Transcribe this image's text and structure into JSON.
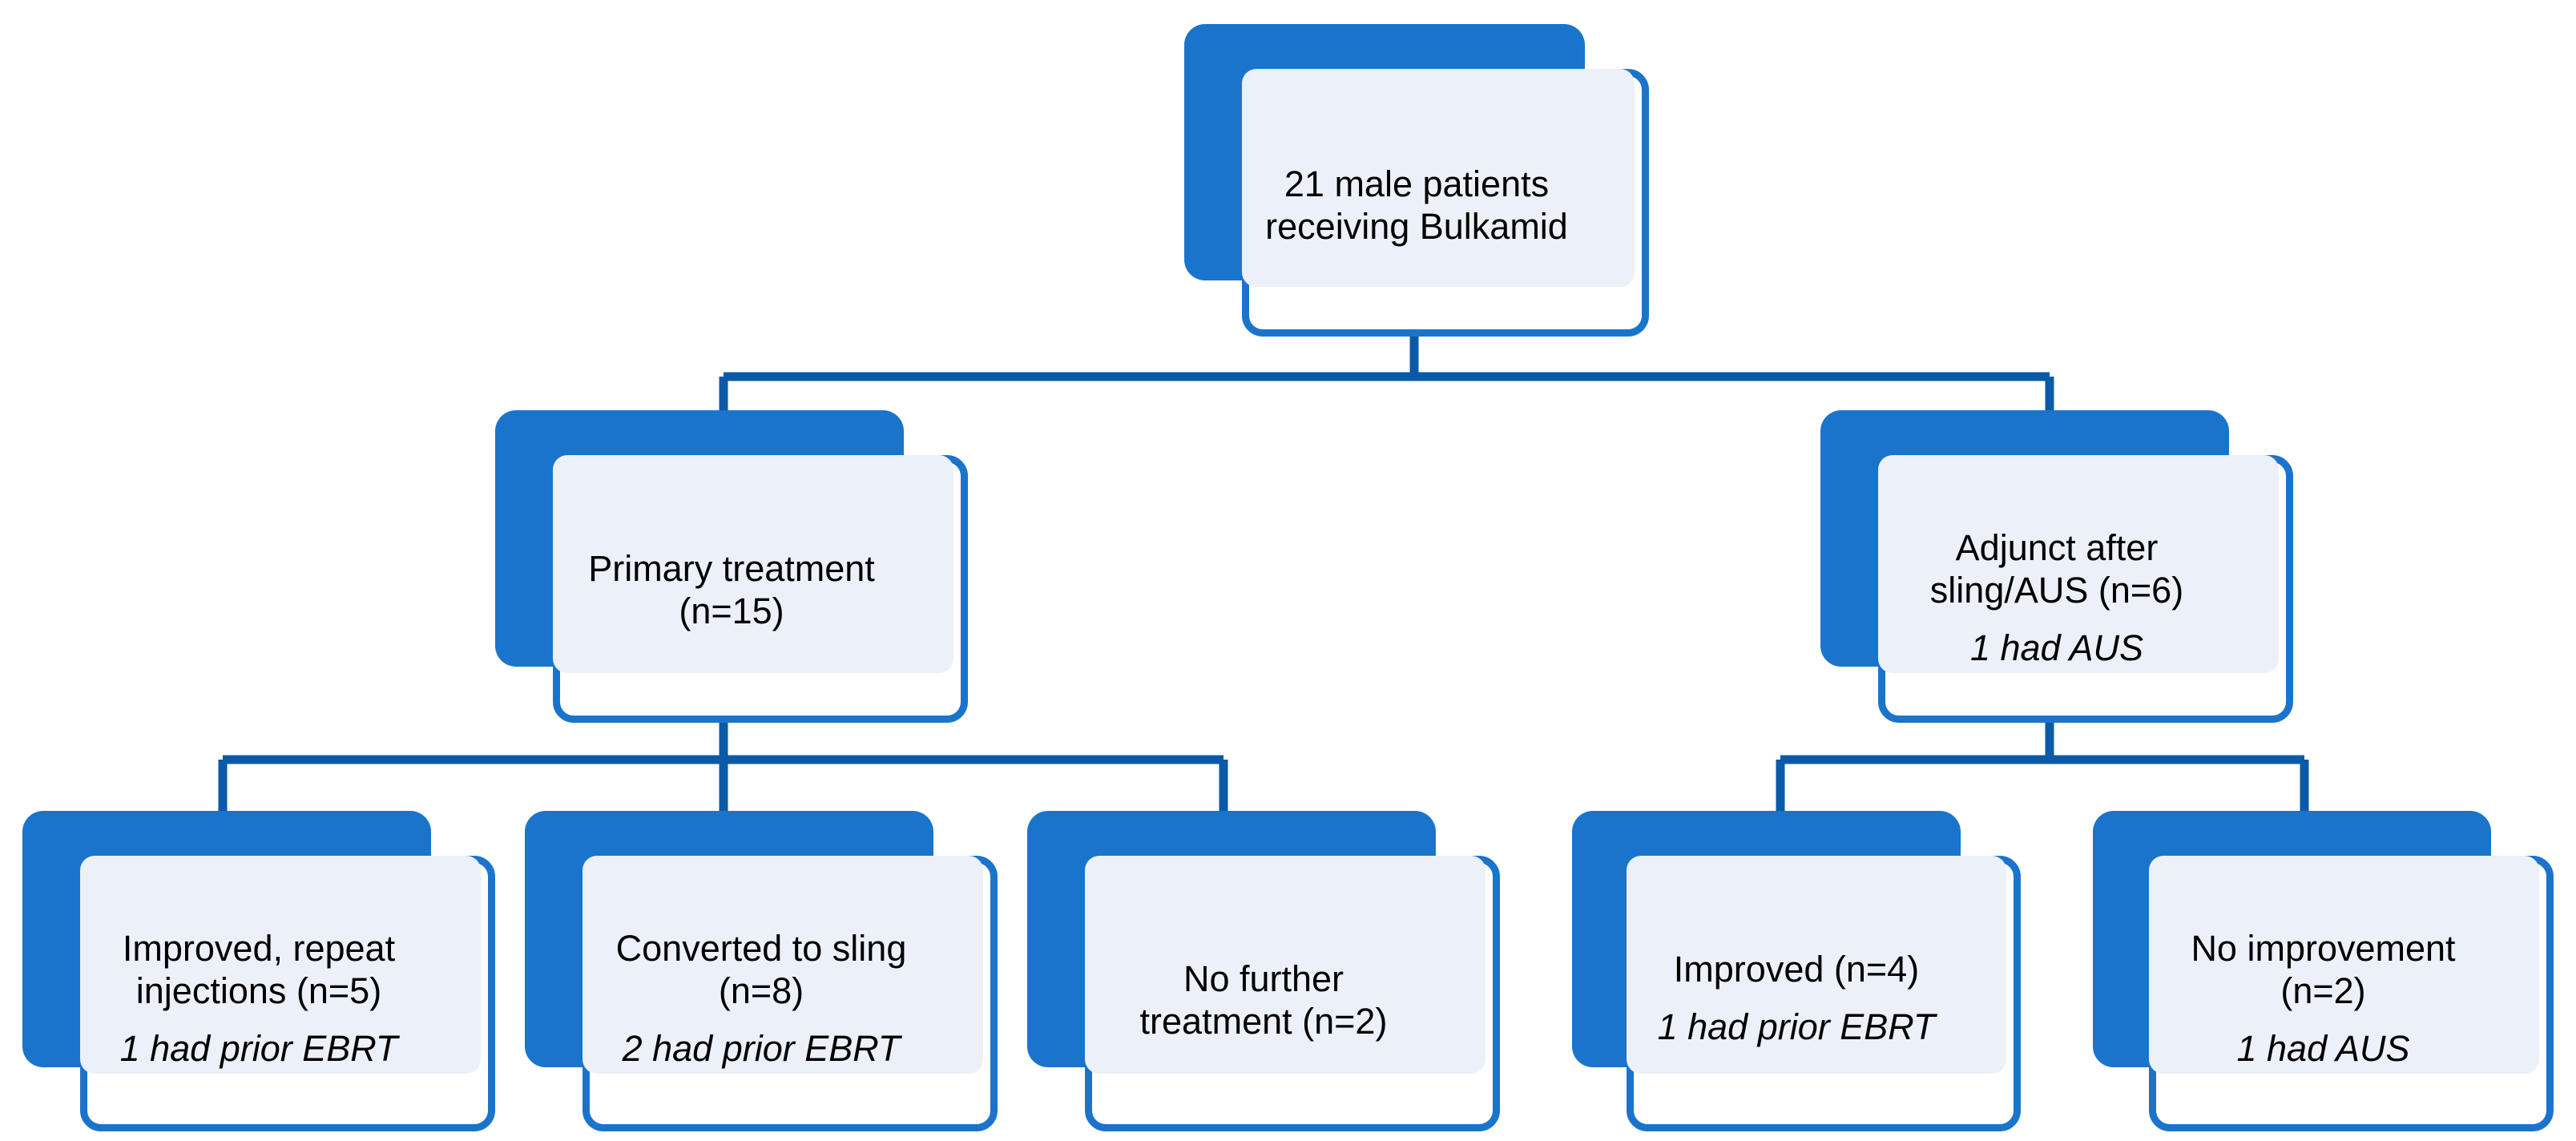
{
  "diagram": {
    "title": "Bulkamid male patient treatment flow",
    "colors": {
      "shadow_blue": "#1B74CC",
      "border_blue": "#1B74CC",
      "connector_blue": "#0B5AA8",
      "inner_fill": "#ECF0F8",
      "text": "#000000",
      "background": "#FFFFFF"
    },
    "nodes": {
      "root": {
        "id": "root",
        "main": "21 male patients\nreceiving Bulkamid",
        "sub": ""
      },
      "primary_treatment": {
        "id": "primary-treatment",
        "main": "Primary treatment\n(n=15)",
        "sub": ""
      },
      "adjunct": {
        "id": "adjunct-after-sling-aus",
        "main": "Adjunct after\nsling/AUS (n=6)",
        "sub": "1 had AUS"
      },
      "improved_repeat": {
        "id": "improved-repeat-injections",
        "main": "Improved, repeat\ninjections (n=5)",
        "sub": "1 had prior EBRT"
      },
      "converted_sling": {
        "id": "converted-to-sling",
        "main": "Converted to sling\n(n=8)",
        "sub": "2 had prior EBRT"
      },
      "no_further": {
        "id": "no-further-treatment",
        "main": "No further\ntreatment (n=2)",
        "sub": ""
      },
      "improved_adjunct": {
        "id": "improved-adjunct",
        "main": "Improved (n=4)",
        "sub": "1 had prior EBRT"
      },
      "no_improvement": {
        "id": "no-improvement",
        "main": "No improvement\n(n=2)",
        "sub": "1 had AUS"
      }
    },
    "edges": [
      {
        "from": "root",
        "to": "primary_treatment"
      },
      {
        "from": "root",
        "to": "adjunct"
      },
      {
        "from": "primary_treatment",
        "to": "improved_repeat"
      },
      {
        "from": "primary_treatment",
        "to": "converted_sling"
      },
      {
        "from": "primary_treatment",
        "to": "no_further"
      },
      {
        "from": "adjunct",
        "to": "improved_adjunct"
      },
      {
        "from": "adjunct",
        "to": "no_improvement"
      }
    ]
  }
}
